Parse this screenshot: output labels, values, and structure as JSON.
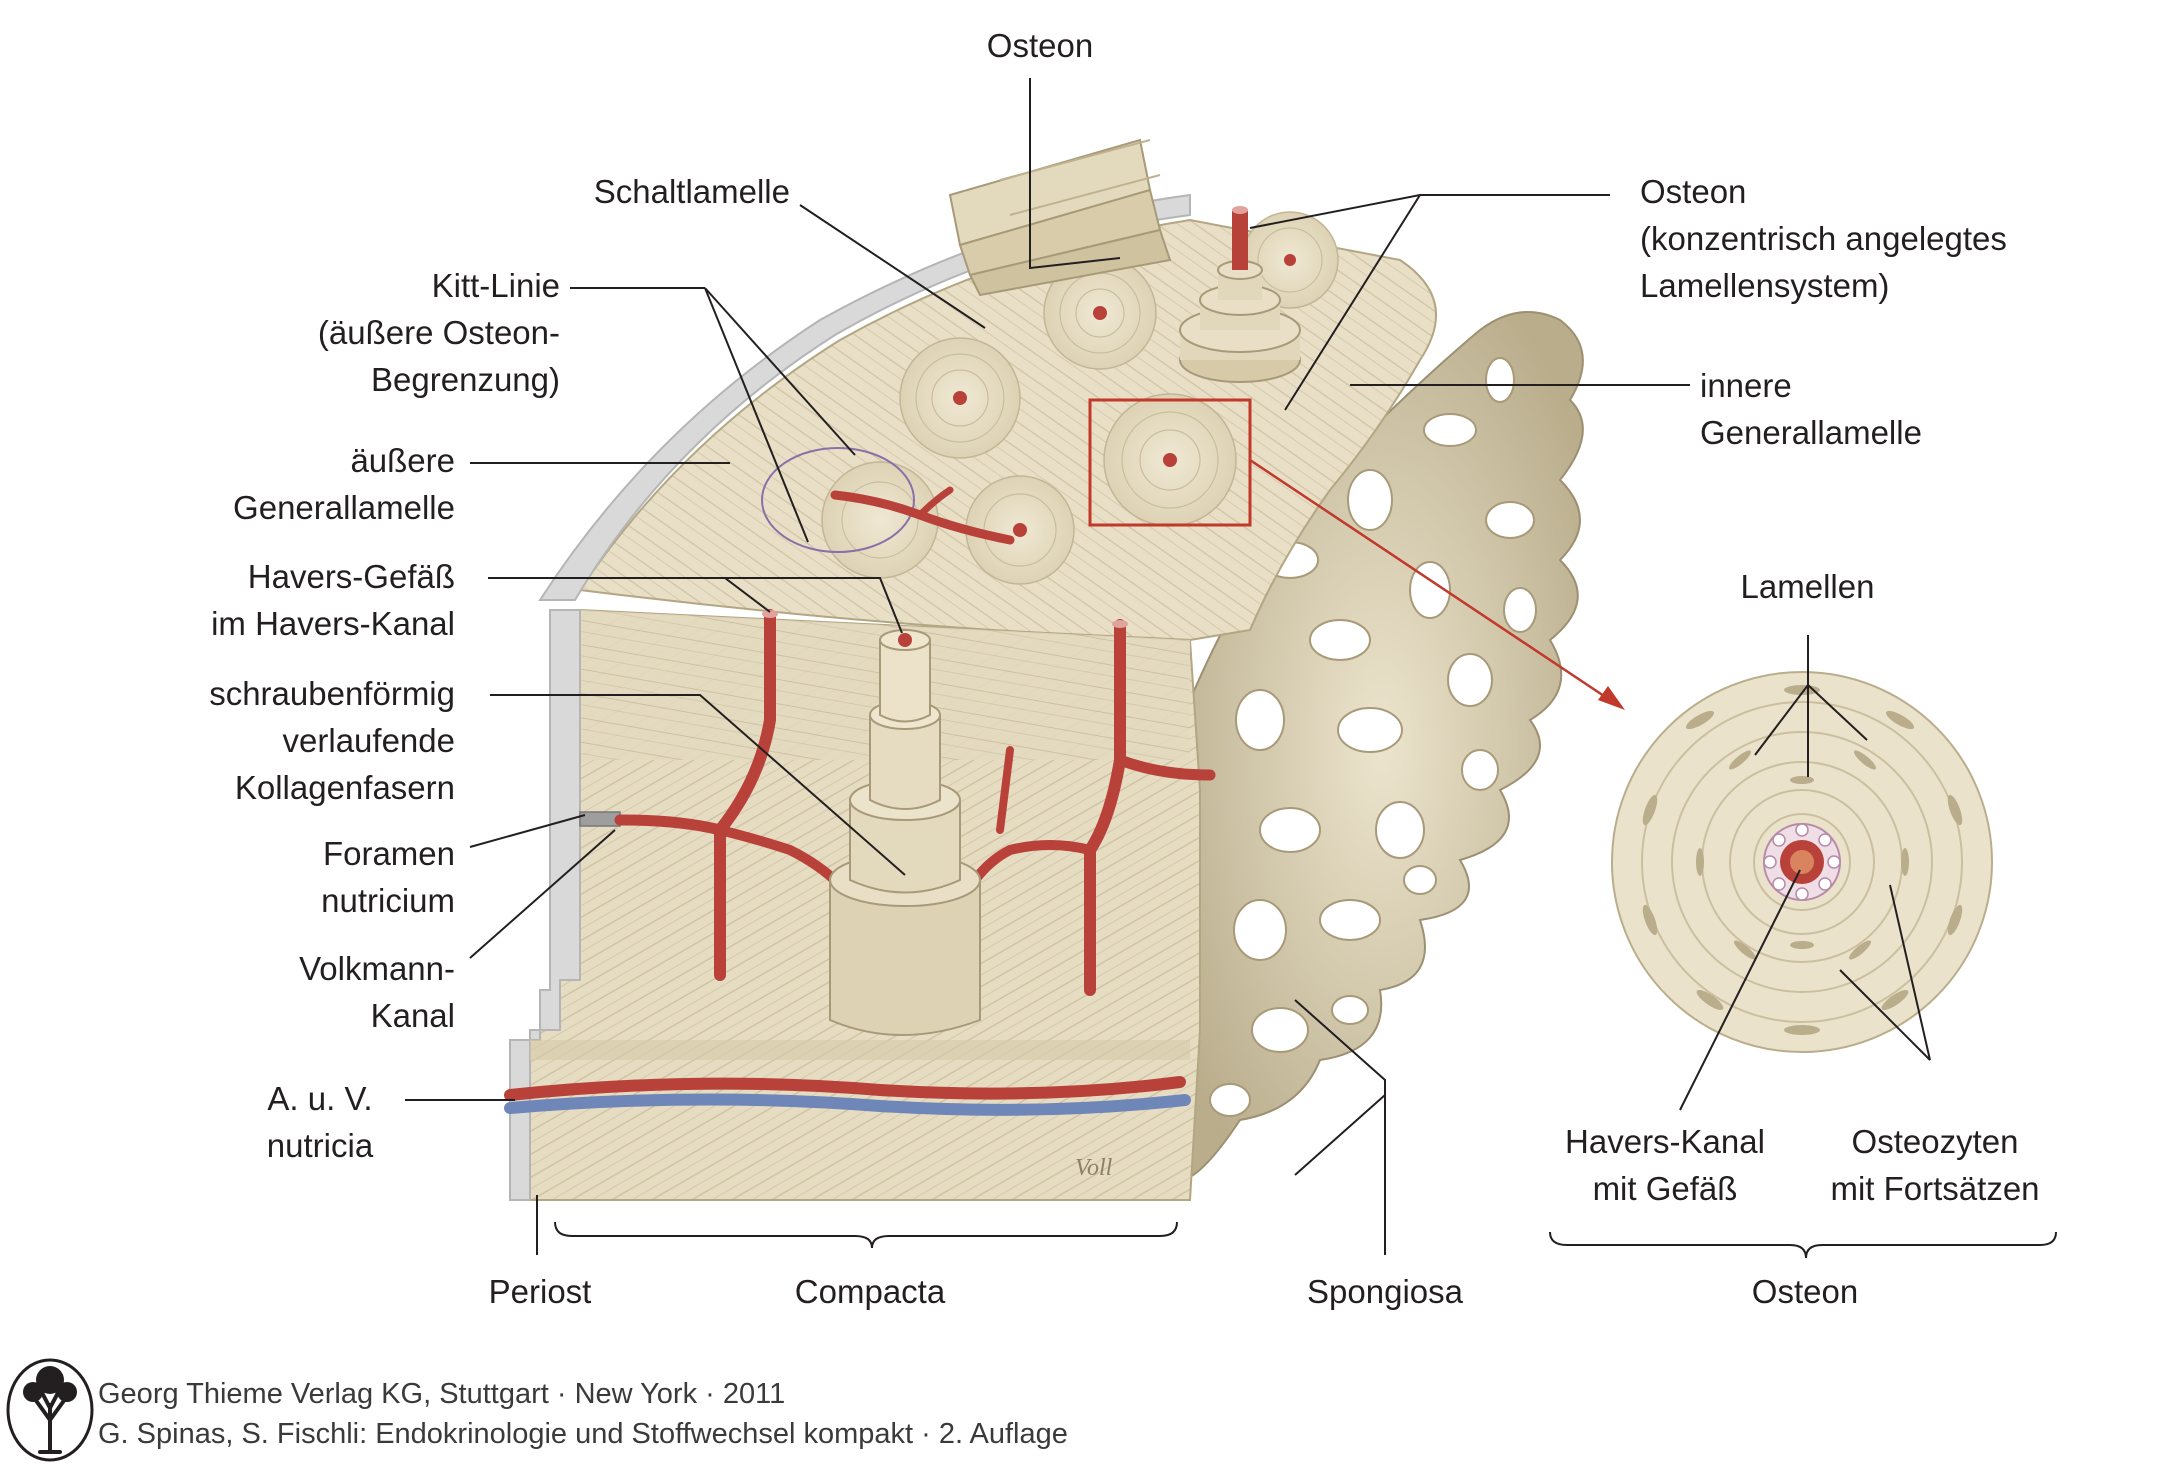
{
  "labels": {
    "osteon_top": "Osteon",
    "schaltlamelle": "Schaltlamelle",
    "kitt_linie": [
      "Kitt-Linie",
      "(äußere Osteon-",
      "Begrenzung)"
    ],
    "aeussere_generallamelle": [
      "äußere",
      "Generallamelle"
    ],
    "havers_gefaess": [
      "Havers-Gefäß",
      "im Havers-Kanal"
    ],
    "kollagenfasern": [
      "schraubenförmig",
      "verlaufende",
      "Kollagenfasern"
    ],
    "foramen": [
      "Foramen",
      "nutricium"
    ],
    "volkmann": [
      "Volkmann-",
      "Kanal"
    ],
    "a_u_v": [
      "A. u. V.",
      "nutricia"
    ],
    "osteon_right": [
      "Osteon",
      "(konzentrisch angelegtes",
      "Lamellensystem)"
    ],
    "innere_generallamelle": [
      "innere",
      "Generallamelle"
    ],
    "lamellen": "Lamellen",
    "havers_kanal": [
      "Havers-Kanal",
      "mit Gefäß"
    ],
    "osteozyten": [
      "Osteozyten",
      "mit Fortsätzen"
    ],
    "periost": "Periost",
    "compacta": "Compacta",
    "spongiosa": "Spongiosa",
    "osteon_bottom": "Osteon",
    "signature": "Voll"
  },
  "credit": {
    "line1": "Georg Thieme Verlag KG, Stuttgart · New York · 2011",
    "line2": "G. Spinas, S. Fischli: Endokrinologie und Stoffwechsel kompakt · 2. Auflage"
  },
  "colors": {
    "bone": "#e8dfc6",
    "bone_dark": "#c9bd9d",
    "vessel_red": "#b8413a",
    "vein_blue": "#6f86b8",
    "periost": "#d9d9d9",
    "callout": "#c0392b",
    "kitt_circle": "#8a6fa8"
  }
}
